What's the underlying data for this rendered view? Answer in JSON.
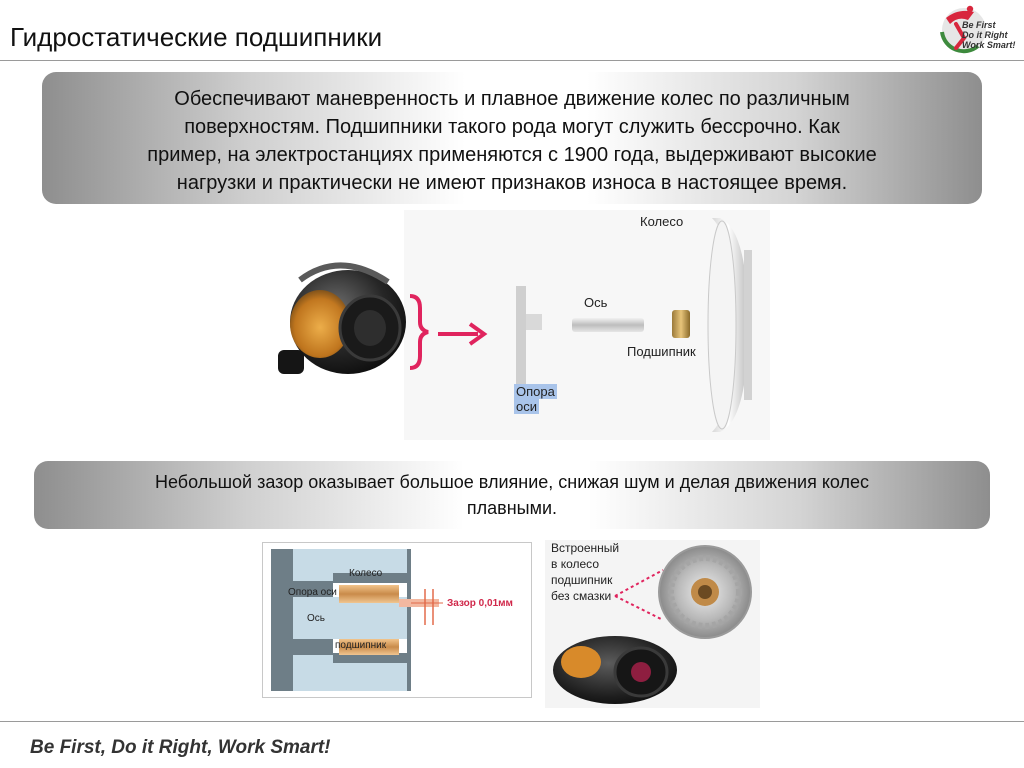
{
  "header": {
    "title": "Гидростатические подшипники",
    "logo": {
      "icon": "runner-logo-icon",
      "lines": [
        "Be First",
        "Do it Right",
        "Work Smart!"
      ]
    }
  },
  "callout_top": {
    "lines": [
      "Обеспечивают маневренность и плавное движение колес по различным",
      "поверхностям. Подшипники такого рода могут служить бессрочно. Как",
      "пример, на электростанциях применяются с 1900 года, выдерживают высокие",
      "нагрузки и практически не имеют признаков износа в настоящее время."
    ]
  },
  "diagram_top": {
    "wheel": "Колесо",
    "axle": "Ось",
    "bearing": "Подшипник",
    "axle_support_line1": "Опора",
    "axle_support_line2": "оси"
  },
  "callout_mid": {
    "lines": [
      "Небольшой зазор оказывает большое влияние, снижая шум и делая движения колес",
      "плавными."
    ]
  },
  "diagram_bottom": {
    "wheel": "Колесо",
    "axle_support": "Опора оси",
    "axle": "Ось",
    "bearing": "подшипник",
    "gap": "Зазор 0,01мм"
  },
  "photo_bottom": {
    "caption_lines": [
      "Встроенный",
      "в колесо",
      "подшипник",
      "без смазки"
    ]
  },
  "footer": {
    "slogan": "Be First, Do it Right, Work Smart!"
  },
  "colors": {
    "accent_pink": "#e0245e",
    "gap_red": "#d0284a",
    "highlight_blue": "#a9c4ea"
  }
}
